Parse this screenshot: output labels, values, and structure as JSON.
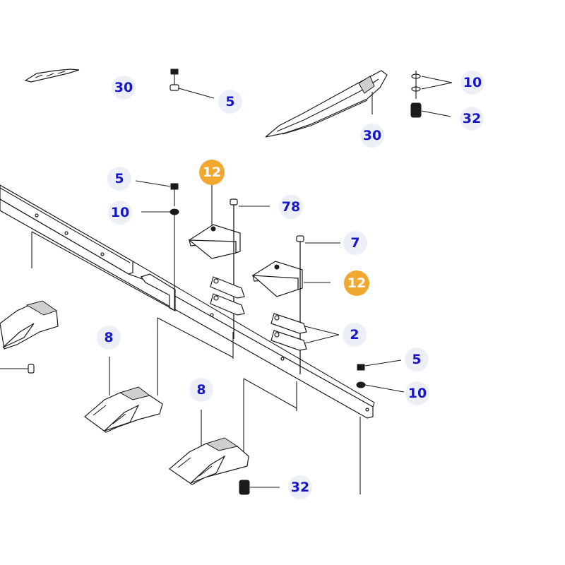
{
  "colors": {
    "callout_text": "#1717c8",
    "callout_bg": "#eceff5",
    "highlight_bg": "#f0a830",
    "highlight_text": "#ffffff"
  },
  "callouts": [
    {
      "id": "c30a",
      "label": "30",
      "highlight": false
    },
    {
      "id": "c5a",
      "label": "5",
      "highlight": false
    },
    {
      "id": "c10a",
      "label": "10",
      "highlight": false
    },
    {
      "id": "c32a",
      "label": "32",
      "highlight": false
    },
    {
      "id": "c30b",
      "label": "30",
      "highlight": false
    },
    {
      "id": "c5b",
      "label": "5",
      "highlight": false
    },
    {
      "id": "c12a",
      "label": "12",
      "highlight": true
    },
    {
      "id": "c10b",
      "label": "10",
      "highlight": false
    },
    {
      "id": "c78",
      "label": "78",
      "highlight": false
    },
    {
      "id": "c7",
      "label": "7",
      "highlight": false
    },
    {
      "id": "c12b",
      "label": "12",
      "highlight": true
    },
    {
      "id": "c2",
      "label": "2",
      "highlight": false
    },
    {
      "id": "c8a",
      "label": "8",
      "highlight": false
    },
    {
      "id": "c5c",
      "label": "5",
      "highlight": false
    },
    {
      "id": "c8b",
      "label": "8",
      "highlight": false
    },
    {
      "id": "c10c",
      "label": "10",
      "highlight": false
    },
    {
      "id": "c32b",
      "label": "32",
      "highlight": false
    }
  ]
}
